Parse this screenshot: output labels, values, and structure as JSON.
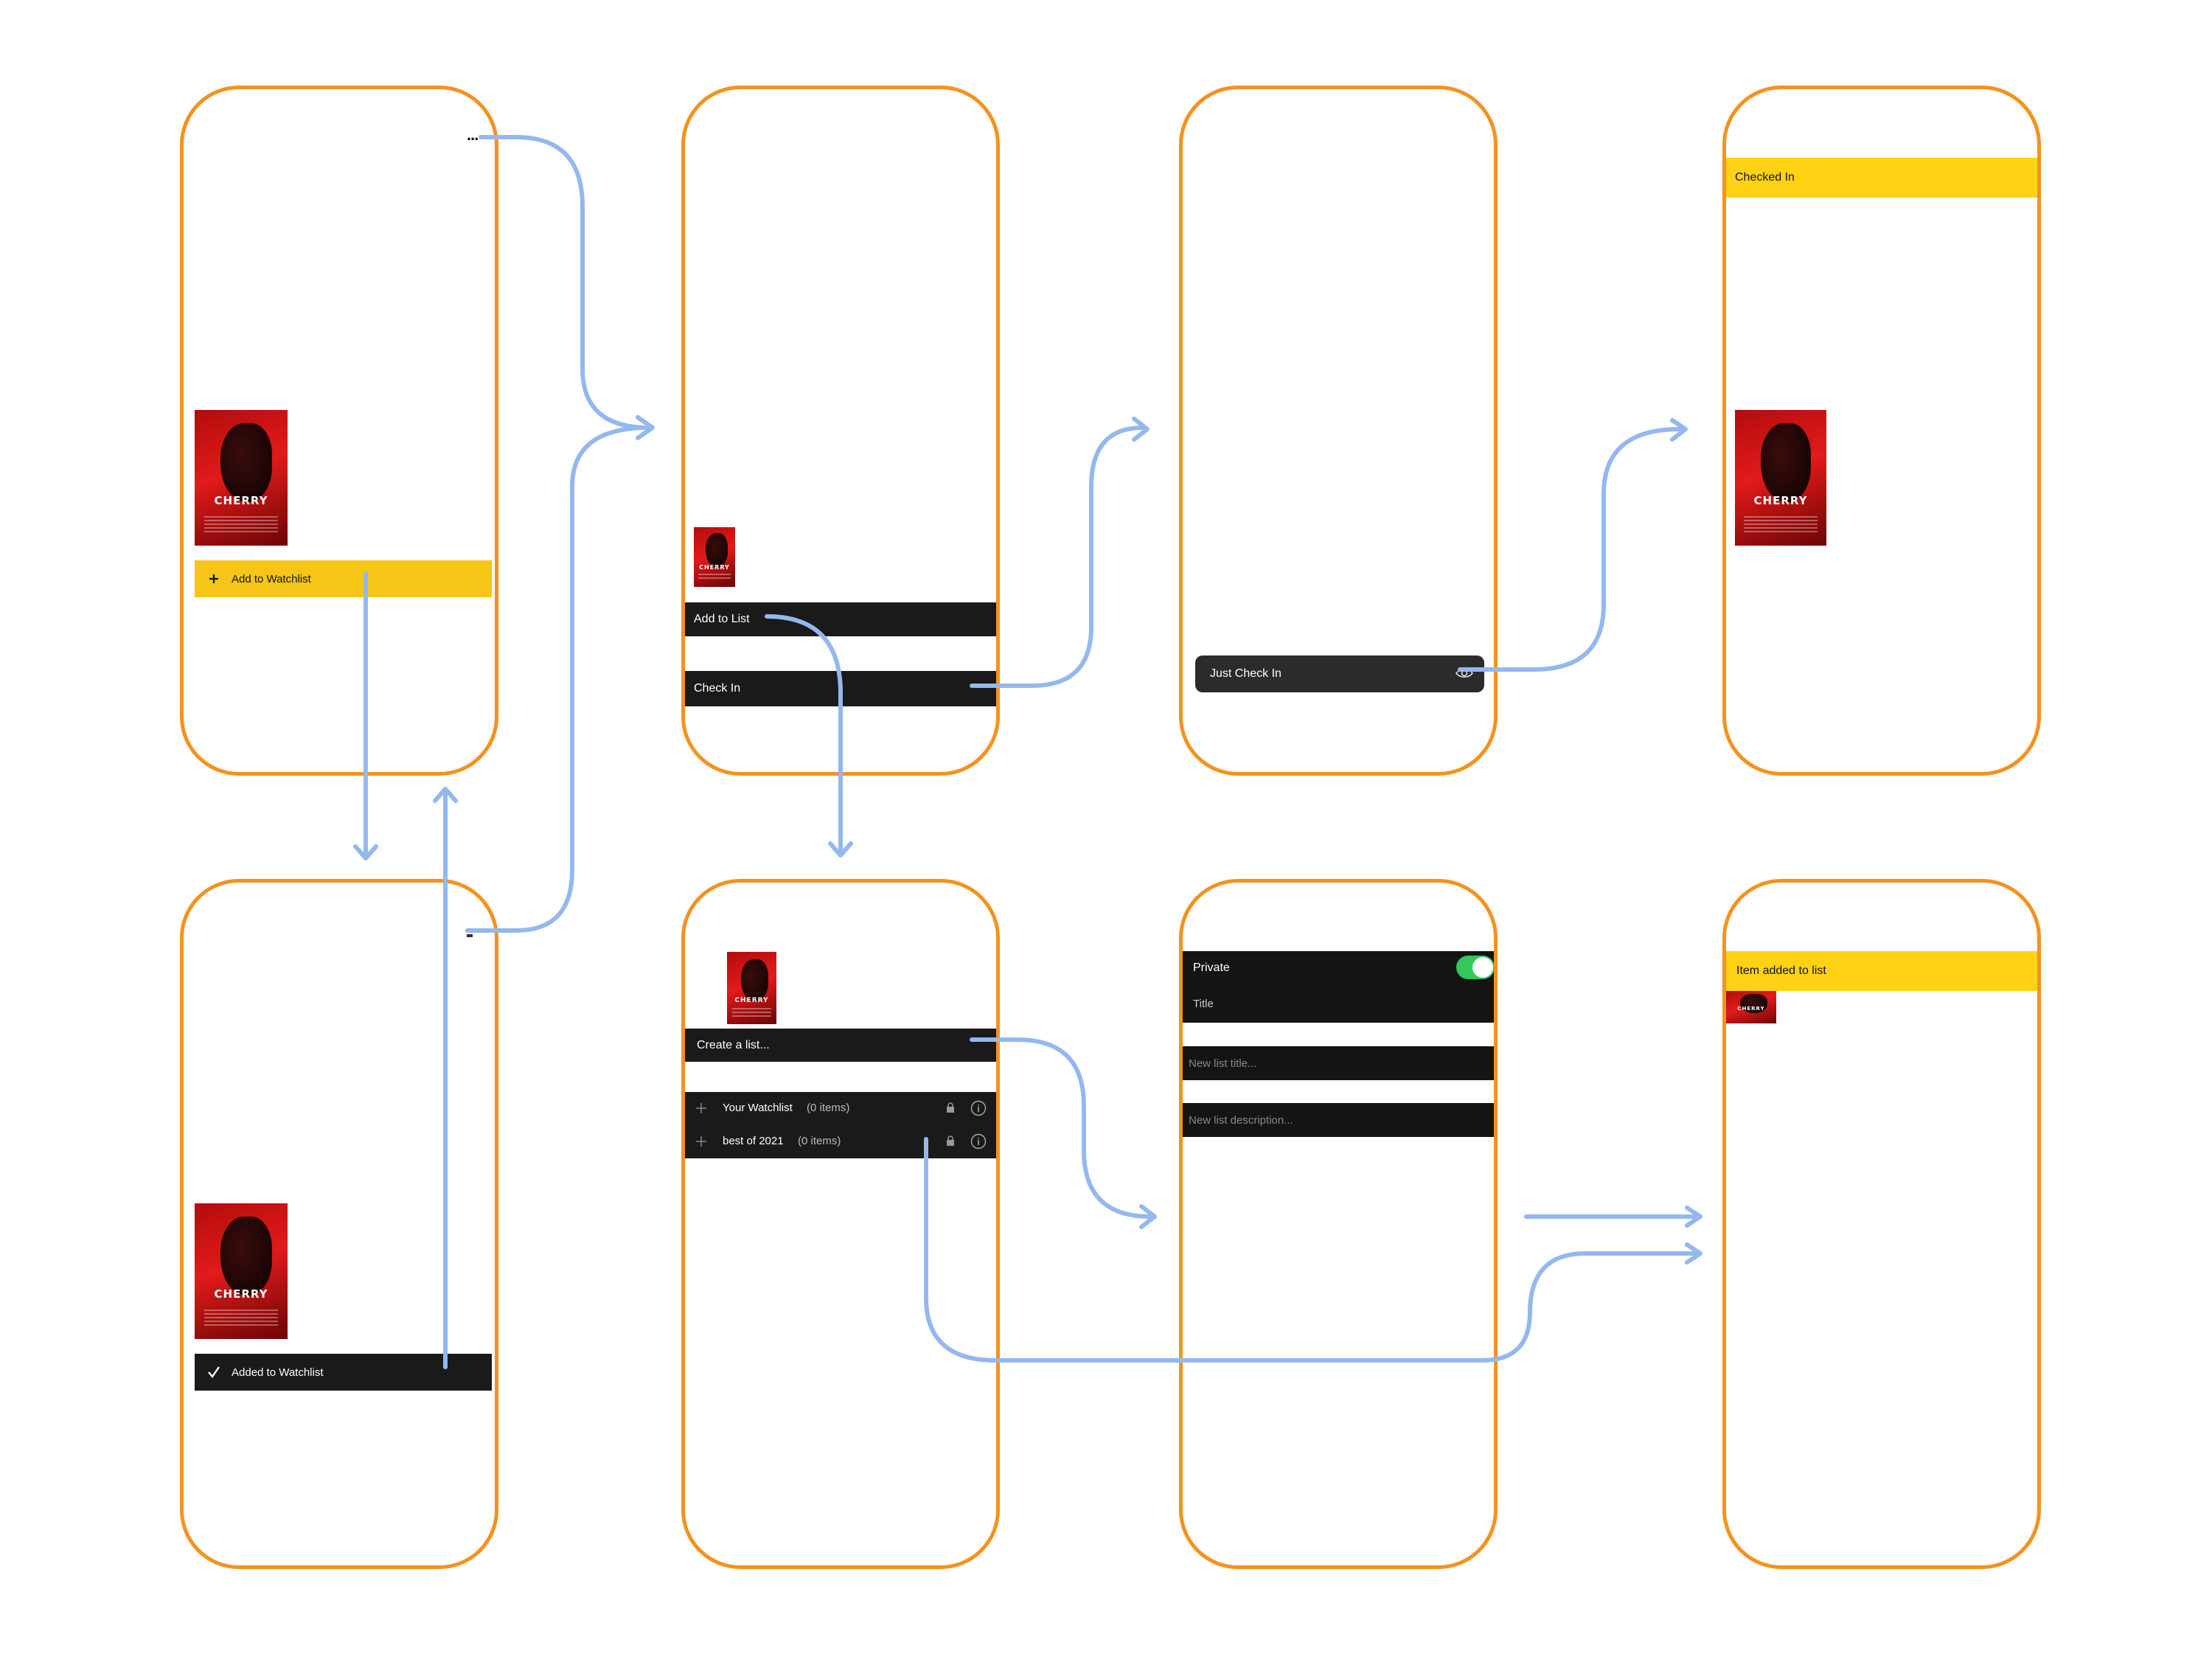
{
  "screens": {
    "detail": {
      "menu_label": "...",
      "add_watchlist_label": "Add to Watchlist",
      "add_icon": "plus-icon"
    },
    "detail_added": {
      "added_watchlist_label": "Added to Watchlist",
      "check_icon": "checkmark-icon"
    },
    "action_menu": {
      "add_to_list_label": "Add to List",
      "check_in_label": "Check In"
    },
    "check_in": {
      "just_check_in_label": "Just Check In",
      "eye_icon": "eye-icon"
    },
    "checked_in": {
      "toast_label": "Checked In"
    },
    "list_picker": {
      "create_list_label": "Create a list...",
      "lists": [
        {
          "name": "Your Watchlist",
          "count": "(0 items)"
        },
        {
          "name": "best of 2021",
          "count": "(0 items)"
        }
      ],
      "lock_icon": "lock-icon",
      "info_icon": "info-icon"
    },
    "new_list": {
      "private_label": "Private",
      "title_label": "Title",
      "title_placeholder": "New list title...",
      "description_placeholder": "New list description...",
      "private_enabled": true
    },
    "item_added": {
      "toast_label": "Item added to list"
    }
  },
  "poster": {
    "title": "CHERRY"
  },
  "colors": {
    "frame": "#f4921e",
    "arrow": "#94b8ee",
    "dark_bar": "#1a1a1a",
    "watchlist_yellow": "#f5c518",
    "toast_yellow": "#ffd215",
    "toggle_green": "#34c759"
  }
}
